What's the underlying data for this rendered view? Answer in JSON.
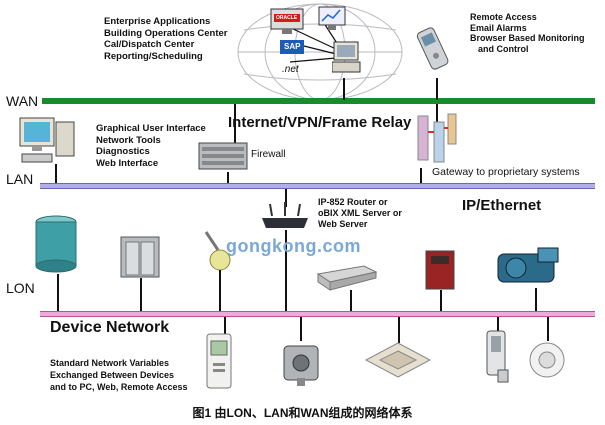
{
  "buses": {
    "wan_label": "WAN",
    "lan_label": "LAN",
    "lon_label": "LON"
  },
  "top_left_text": {
    "lines": [
      "Enterprise Applications",
      "Building Operations Center",
      "Cal/Dispatch Center",
      "Reporting/Scheduling"
    ]
  },
  "top_right_text": {
    "lines": [
      "Remote Access",
      "Email Alarms",
      "Browser Based Monitoring",
      "and Control"
    ]
  },
  "globe_labels": {
    "oracle": "ORACLE",
    "sap": "SAP",
    "dotnet": ".net"
  },
  "titles": {
    "internet": "Internet/VPN/Frame Relay",
    "ip_ethernet": "IP/Ethernet",
    "device_network": "Device Network"
  },
  "lan_left_text": {
    "lines": [
      "Graphical User Interface",
      "Network Tools",
      "Diagnostics",
      "Web Interface"
    ]
  },
  "firewall_label": "Firewall",
  "gateway_label": "Gateway to proprietary systems",
  "router_text": {
    "lines": [
      "IP-852 Router or",
      "oBIX XML Server or",
      "Web Server"
    ]
  },
  "watermark": "gongkong.com",
  "bottom_left_text": {
    "lines": [
      "Standard Network Variables",
      "Exchanged Between Devices",
      "and to PC, Web, Remote Access"
    ]
  },
  "caption": "图1  由LON、LAN和WAN组成的网络体系",
  "colors": {
    "wan_bus": "#1a8a2a",
    "lan_bus": "#b3aee8",
    "lon_bus": "#f0a9d8",
    "watermark": "#7aa9d8"
  }
}
